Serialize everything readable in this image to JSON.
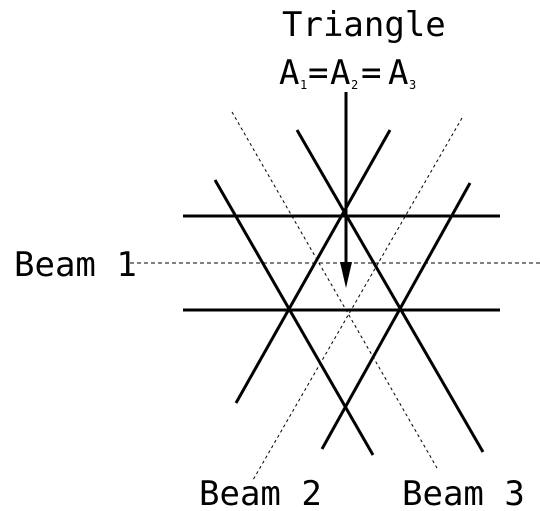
{
  "title": {
    "line1": "Triangle",
    "eq_symbol": "A",
    "eq_sub": "1",
    "equals": "=",
    "eq_symbol2": "A",
    "eq_sub2": "2",
    "equals2": "=",
    "eq_symbol3": "A",
    "eq_sub3": "3"
  },
  "beams": {
    "beam1": "Beam 1",
    "beam2": "Beam 2",
    "beam3": "Beam 3"
  },
  "colors": {
    "line": "#000000",
    "background": "#ffffff"
  }
}
